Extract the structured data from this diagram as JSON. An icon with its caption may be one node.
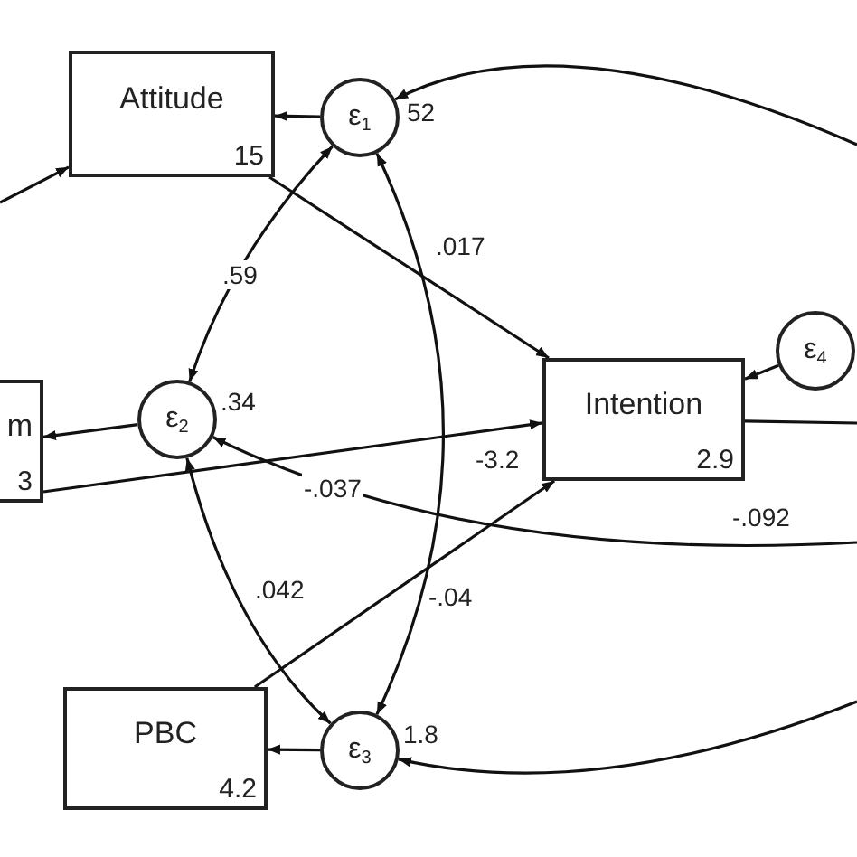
{
  "diagram": {
    "nodes": [
      {
        "text": [
          "Attitude",
          "15"
        ]
      },
      {
        "text": [
          "ε$_{1}$"
        ],
        "beside": [
          "52"
        ]
      },
      {
        "text": [
          "ε$_{4}$"
        ]
      },
      {
        "text": [
          "m",
          "3"
        ]
      },
      {
        "text": [
          "ε$_{2}$"
        ],
        "beside": [
          ".34"
        ]
      },
      {
        "text": [
          "Intention",
          "2.9"
        ]
      },
      {
        "text": [
          "PBC",
          "4.2"
        ]
      },
      {
        "text": [
          "ε$_{3}$"
        ],
        "beside": [
          "1.8"
        ]
      }
    ],
    "edges": [
      {
        "from": null,
        "to": 0,
        "arrow": "to"
      },
      {
        "from": 1,
        "to": 0,
        "arrow": "to"
      },
      {
        "from": 4,
        "to": 3,
        "arrow": "to"
      },
      {
        "from": 2,
        "to": 5,
        "arrow": "to"
      },
      {
        "from": 7,
        "to": 6,
        "arrow": "to"
      },
      {
        "from": 0,
        "to": 5,
        "arrow": "to",
        "label": ".017"
      },
      {
        "from": 3,
        "to": 5,
        "arrow": "to",
        "label": "-3.2"
      },
      {
        "from": 6,
        "to": 5,
        "arrow": "to"
      },
      {
        "from": 1,
        "to": 4,
        "arrow": "both",
        "label": ".59"
      },
      {
        "from": 4,
        "to": 7,
        "arrow": "both",
        "label": ".042"
      },
      {
        "from": 1,
        "to": 7,
        "arrow": "both",
        "label": "-.04"
      },
      {
        "from": null,
        "to": 1,
        "arrow": "to"
      },
      {
        "from": null,
        "to": 4,
        "arrow": "to",
        "label": "-.037"
      },
      {
        "from": null,
        "to": 7,
        "arrow": "to"
      },
      {
        "from": 5,
        "to": null,
        "arrow": "none"
      }
    ],
    "labels": [
      "-.092"
    ]
  }
}
